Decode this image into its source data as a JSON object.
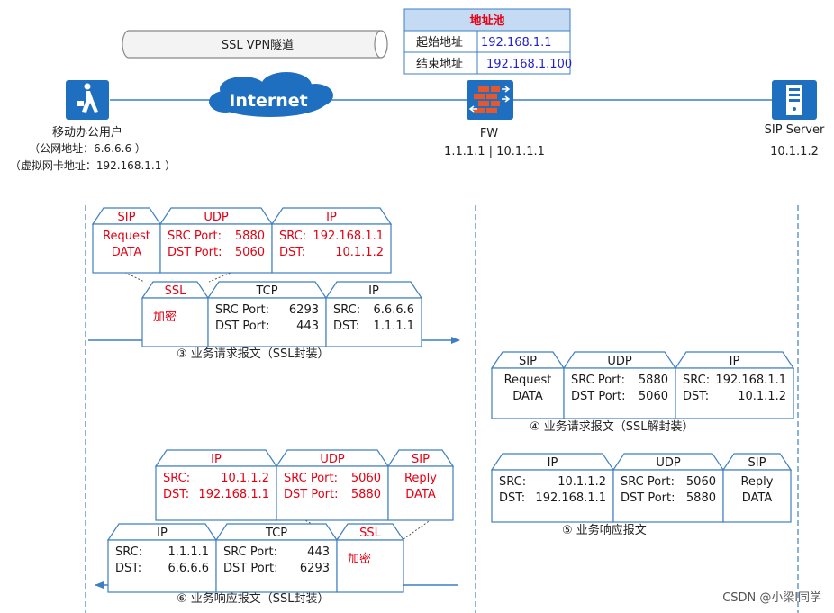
{
  "tunnel": {
    "label": "SSL VPN隧道"
  },
  "internet": {
    "label": "Internet"
  },
  "address_pool": {
    "title": "地址池",
    "rows": [
      {
        "label": "起始地址",
        "value": "192.168.1.1"
      },
      {
        "label": "结束地址",
        "value": "192.168.1.100"
      }
    ]
  },
  "nodes": {
    "mobile_user": {
      "name": "移动办公用户",
      "line1": "（公网地址：6.6.6.6 ）",
      "line2": "（虚拟网卡地址：192.168.1.1 ）"
    },
    "fw": {
      "name": "FW",
      "address": "1.1.1.1 | 10.1.1.1"
    },
    "sip_server": {
      "name": "SIP Server",
      "address": "10.1.1.2"
    }
  },
  "steps": {
    "s3": {
      "label": "③   业务请求报文（SSL封装）"
    },
    "s4": {
      "label": "④   业务请求报文（SSL解封装）"
    },
    "s5": {
      "label": "⑤   业务响应报文"
    },
    "s6": {
      "label": "⑥   业务响应报文（SSL封装）"
    }
  },
  "packets": {
    "p3_inner": {
      "sip": {
        "title": "SIP",
        "l1": "Request",
        "l2": "DATA"
      },
      "udp": {
        "title": "UDP",
        "k1": "SRC Port:",
        "v1": "5880",
        "k2": "DST Port:",
        "v2": "5060"
      },
      "ip": {
        "title": "IP",
        "k1": "SRC:",
        "v1": "192.168.1.1",
        "k2": "DST:",
        "v2": "10.1.1.2"
      }
    },
    "p3_outer": {
      "ssl": {
        "title": "SSL",
        "body": "加密"
      },
      "tcp": {
        "title": "TCP",
        "k1": "SRC Port:",
        "v1": "6293",
        "k2": "DST Port:",
        "v2": "443"
      },
      "ip": {
        "title": "IP",
        "k1": "SRC:",
        "v1": "6.6.6.6",
        "k2": "DST:",
        "v2": "1.1.1.1"
      }
    },
    "p4": {
      "sip": {
        "title": "SIP",
        "l1": "Request",
        "l2": "DATA"
      },
      "udp": {
        "title": "UDP",
        "k1": "SRC Port:",
        "v1": "5880",
        "k2": "DST Port:",
        "v2": "5060"
      },
      "ip": {
        "title": "IP",
        "k1": "SRC:",
        "v1": "192.168.1.1",
        "k2": "DST:",
        "v2": "10.1.1.2"
      }
    },
    "p5": {
      "ip": {
        "title": "IP",
        "k1": "SRC:",
        "v1": "10.1.1.2",
        "k2": "DST:",
        "v2": "192.168.1.1"
      },
      "udp": {
        "title": "UDP",
        "k1": "SRC Port:",
        "v1": "5060",
        "k2": "DST Port:",
        "v2": "5880"
      },
      "sip": {
        "title": "SIP",
        "l1": "Reply",
        "l2": "DATA"
      }
    },
    "p6_inner": {
      "ip": {
        "title": "IP",
        "k1": "SRC:",
        "v1": "10.1.1.2",
        "k2": "DST:",
        "v2": "192.168.1.1"
      },
      "udp": {
        "title": "UDP",
        "k1": "SRC Port:",
        "v1": "5060",
        "k2": "DST Port:",
        "v2": "5880"
      },
      "sip": {
        "title": "SIP",
        "l1": "Reply",
        "l2": "DATA"
      }
    },
    "p6_outer": {
      "ip": {
        "title": "IP",
        "k1": "SRC:",
        "v1": "1.1.1.1",
        "k2": "DST:",
        "v2": "6.6.6.6"
      },
      "tcp": {
        "title": "TCP",
        "k1": "SRC Port:",
        "v1": "443",
        "k2": "DST Port:",
        "v2": "6293"
      },
      "ssl": {
        "title": "SSL",
        "body": "加密"
      }
    }
  },
  "watermark": "CSDN @小梁l同学",
  "colors": {
    "accent_red": "#e60012",
    "line_blue": "#3f7fc1",
    "icon_blue": "#1f6fc0",
    "value_blue": "#1f1fd0",
    "pool_header": "#c5dbf3"
  }
}
